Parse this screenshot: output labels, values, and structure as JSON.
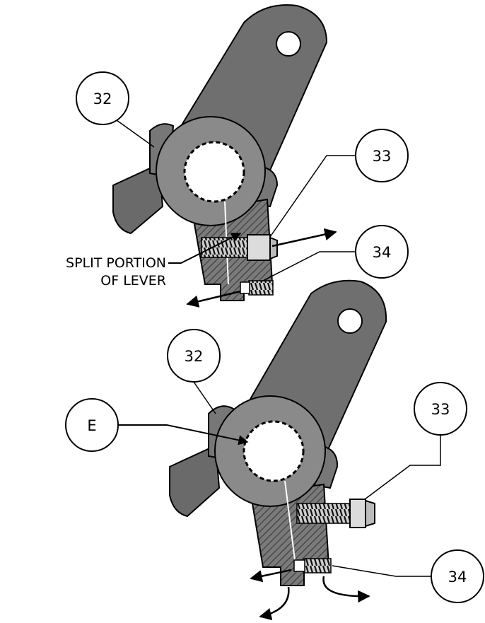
{
  "callouts": {
    "top": {
      "c32": "32",
      "c33": "33",
      "c34": "34"
    },
    "bottom": {
      "c32": "32",
      "c33": "33",
      "c34": "34",
      "e": "E"
    }
  },
  "notes": {
    "split_line1": "SPLIT PORTION",
    "split_line2": "OF LEVER"
  },
  "colors": {
    "body": "#6f6f6f",
    "body_dark": "#555555",
    "face": "#8a8a8a",
    "hatch": "#3c3c3c",
    "bolt": "#d8d8d8",
    "outline": "#000000"
  }
}
